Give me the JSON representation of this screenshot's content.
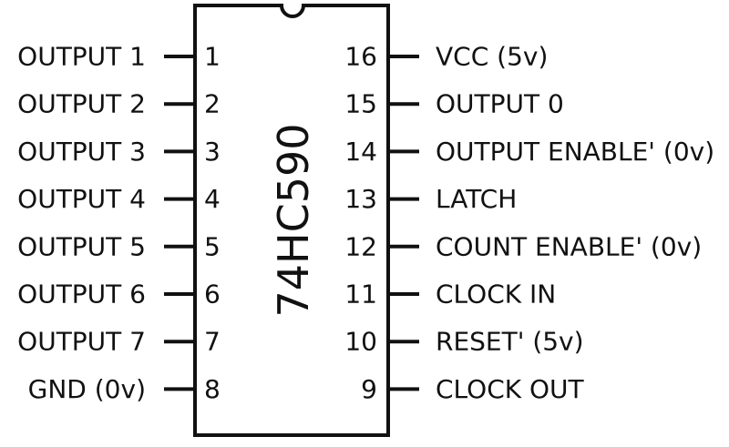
{
  "chip": {
    "name": "74HC590",
    "left_pins": [
      {
        "number": "1",
        "label": "OUTPUT 1"
      },
      {
        "number": "2",
        "label": "OUTPUT 2"
      },
      {
        "number": "3",
        "label": "OUTPUT 3"
      },
      {
        "number": "4",
        "label": "OUTPUT 4"
      },
      {
        "number": "5",
        "label": "OUTPUT 5"
      },
      {
        "number": "6",
        "label": "OUTPUT 6"
      },
      {
        "number": "7",
        "label": "OUTPUT 7"
      },
      {
        "number": "8",
        "label": "GND (0v)"
      }
    ],
    "right_pins": [
      {
        "number": "16",
        "label": "VCC (5v)"
      },
      {
        "number": "15",
        "label": "OUTPUT 0"
      },
      {
        "number": "14",
        "label": "OUTPUT ENABLE' (0v)"
      },
      {
        "number": "13",
        "label": "LATCH"
      },
      {
        "number": "12",
        "label": "COUNT ENABLE' (0v)"
      },
      {
        "number": "11",
        "label": "CLOCK IN"
      },
      {
        "number": "10",
        "label": "RESET' (5v)"
      },
      {
        "number": "9",
        "label": "CLOCK OUT"
      }
    ]
  }
}
